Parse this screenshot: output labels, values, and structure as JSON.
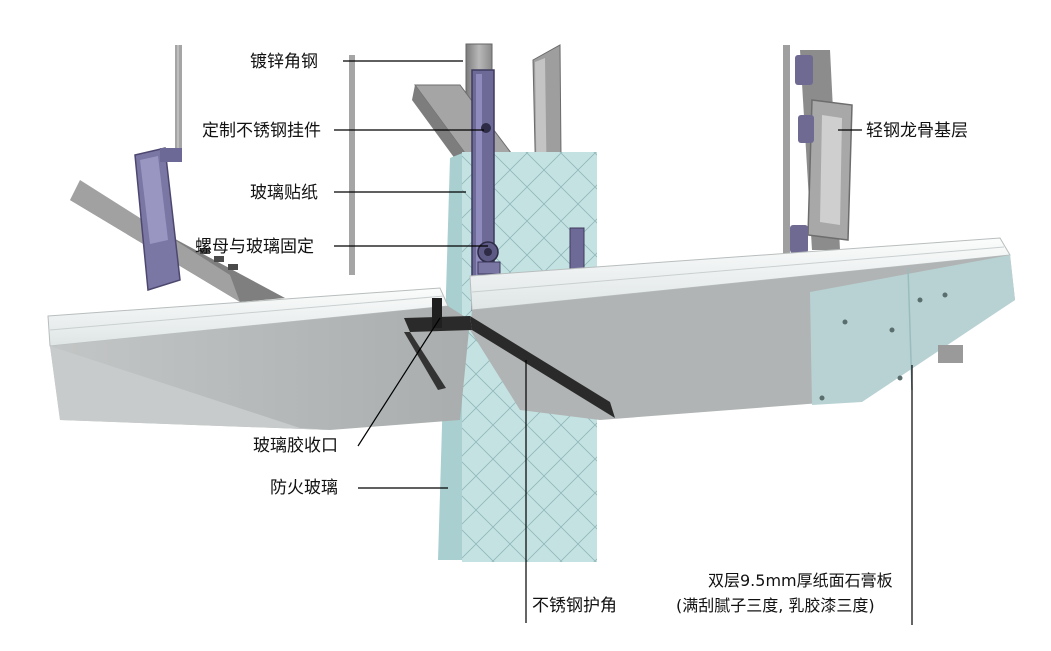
{
  "callouts": {
    "galvanized_angle": "镀锌角钢",
    "stainless_hanger": "定制不锈钢挂件",
    "glass_film": "玻璃贴纸",
    "nut_fix": "螺母与玻璃固定",
    "light_steel_keel": "轻钢龙骨基层",
    "glass_sealant": "玻璃胶收口",
    "fire_glass": "防火玻璃",
    "stainless_corner": "不锈钢护角",
    "gypsum_board_line1": "双层9.5mm厚纸面石膏板",
    "gypsum_board_line2": "(满刮腻子三度, 乳胶漆三度)"
  },
  "colors": {
    "glass": "#b9dcdc",
    "steel": "#9a9a9a",
    "hanger": "#7a6fa4",
    "gypsum_top": "#eef1f1",
    "gypsum_bottom": "#b4b8b8",
    "board_teal": "#b9d2d2",
    "film": "#c99a8a",
    "corner": "#2a2a2a"
  }
}
